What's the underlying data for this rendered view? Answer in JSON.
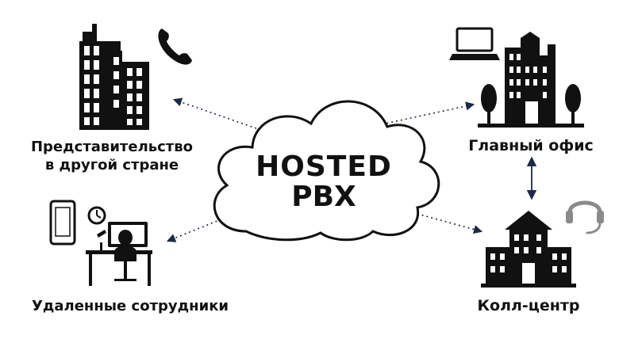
{
  "cloud": {
    "line1": "HOSTED",
    "line2": "PBX"
  },
  "nodes": {
    "branch": {
      "line1": "Представительство",
      "line2": "в другой стране"
    },
    "main_office": {
      "label": "Главный офис"
    },
    "remote": {
      "label": "Удаленные сотрудники"
    },
    "call_center": {
      "label": "Колл-центр"
    }
  },
  "colors": {
    "icon": "#111111",
    "accent_gray": "#8a8a8a",
    "connector": "#1f2a44"
  },
  "icons": [
    "office-towers-icon",
    "phone-icon",
    "laptop-icon",
    "office-building-icon",
    "tree-icon",
    "smartphone-icon",
    "clock-icon",
    "workstation-icon",
    "call-center-building-icon",
    "headset-icon",
    "cloud-icon"
  ]
}
